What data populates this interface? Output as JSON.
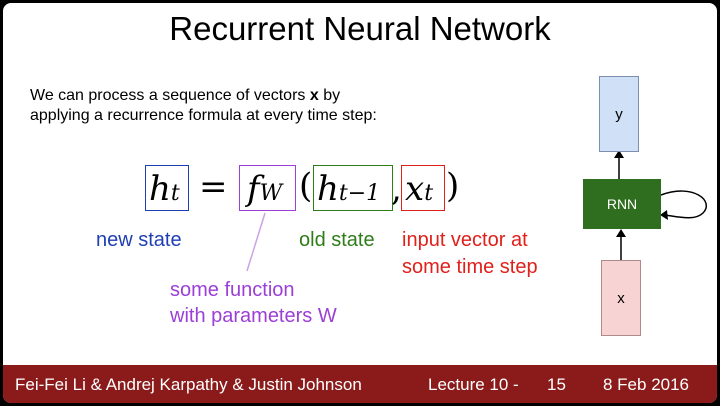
{
  "slide": {
    "title": "Recurrent Neural Network",
    "intro_line1_pre": "We can process a sequence of vectors ",
    "intro_line1_bold": "x",
    "intro_line1_post": " by",
    "intro_line2": "applying a recurrence formula at every time step:"
  },
  "equation": {
    "h": "h",
    "h_sub": "t",
    "equals": "=",
    "f": "f",
    "f_sub": "W",
    "open_paren": "(",
    "h_prev": "h",
    "h_prev_sub": "t−1",
    "comma": ",",
    "x": "x",
    "x_sub": "t",
    "close_paren": ")"
  },
  "labels": {
    "new_state": "new state",
    "old_state": "old state",
    "input_vector_line1": "input vector at",
    "input_vector_line2": "some time step",
    "function_line1": "some function",
    "function_line2": "with parameters W"
  },
  "diagram": {
    "output_node": "y",
    "rnn_node": "RNN",
    "input_node": "x"
  },
  "footer": {
    "authors": "Fei-Fei Li & Andrej Karpathy & Justin Johnson",
    "lecture": "Lecture 10 -",
    "page": "15",
    "date": "8 Feb 2016"
  },
  "colors": {
    "blue": "#1f3fb5",
    "green": "#2f7d1a",
    "red": "#e0201b",
    "purple": "#9b3fd6",
    "footer_bg": "#8b1a1a",
    "rnn_node": "#2f6e1f"
  }
}
